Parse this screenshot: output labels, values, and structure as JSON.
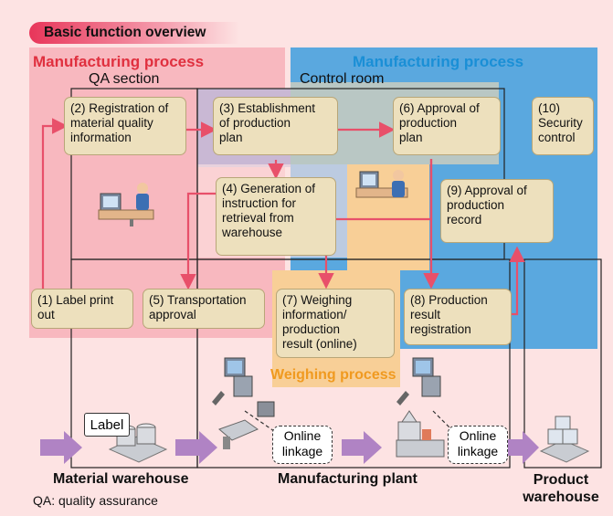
{
  "header": {
    "title": "Basic function overview"
  },
  "regions": {
    "manufacturing_left": "Manufacturing process",
    "manufacturing_right": "Manufacturing process",
    "qa_section": "QA section",
    "control_room": "Control room",
    "weighing": "Weighing process"
  },
  "boxes": {
    "b2": "(2) Registration of\nmaterial quality\ninformation",
    "b3": "(3) Establishment\nof production\nplan",
    "b6": "(6) Approval of\nproduction\nplan",
    "b10": "(10)\nSecurity\ncontrol",
    "b4": "(4) Generation of\ninstruction for\nretrieval from\nwarehouse",
    "b9": "(9) Approval of\nproduction\nrecord",
    "b1": "(1) Label print\nout",
    "b5": "(5) Transportation\napproval",
    "b7": "(7) Weighing\ninformation/\nproduction\nresult (online)",
    "b8": "(8) Production\nresult\nregistration"
  },
  "labels": {
    "label_tag": "Label",
    "online1": "Online\nlinkage",
    "online2": "Online\nlinkage",
    "material_warehouse": "Material warehouse",
    "manufacturing_plant": "Manufacturing plant",
    "product_warehouse": "Product\nwarehouse",
    "footnote": "QA: quality assurance"
  },
  "colors": {
    "background": "#fde3e3",
    "manufacturing_pink": "#f5a3ad",
    "manufacturing_blue": "#5aa8df",
    "weighing_orange": "#f7c98a",
    "box_fill": "#ede0bd",
    "arrow_red": "#e8506a",
    "flow_arrow_purple": "#b083c4",
    "title_red": "#e0303f",
    "title_blue": "#1a8fd6",
    "weighing_text": "#f09a20"
  }
}
